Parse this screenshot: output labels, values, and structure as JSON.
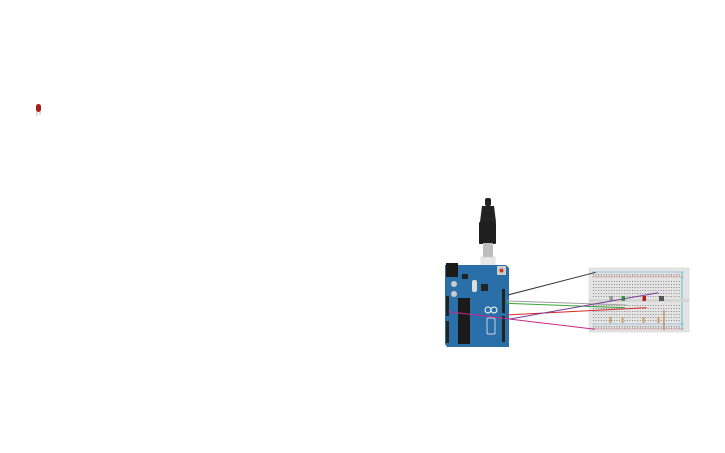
{
  "canvas": {
    "background": "#ffffff",
    "components": [
      {
        "type": "led",
        "color": "#a3201c"
      },
      {
        "type": "arduino-uno",
        "color": "#2a6fa8"
      },
      {
        "type": "usb-cable",
        "color": "#222222"
      },
      {
        "type": "breadboard",
        "color": "#e4e4e4"
      }
    ],
    "leds_on_breadboard": [
      "#9a9a9a",
      "#2aa02a",
      "#b01c1c"
    ],
    "wires": [
      {
        "color": "#333333"
      },
      {
        "color": "#a0a0a0"
      },
      {
        "color": "#33a833"
      },
      {
        "color": "#d42a2a"
      },
      {
        "color": "#7a3a9a"
      },
      {
        "color": "#c8288a"
      }
    ]
  }
}
